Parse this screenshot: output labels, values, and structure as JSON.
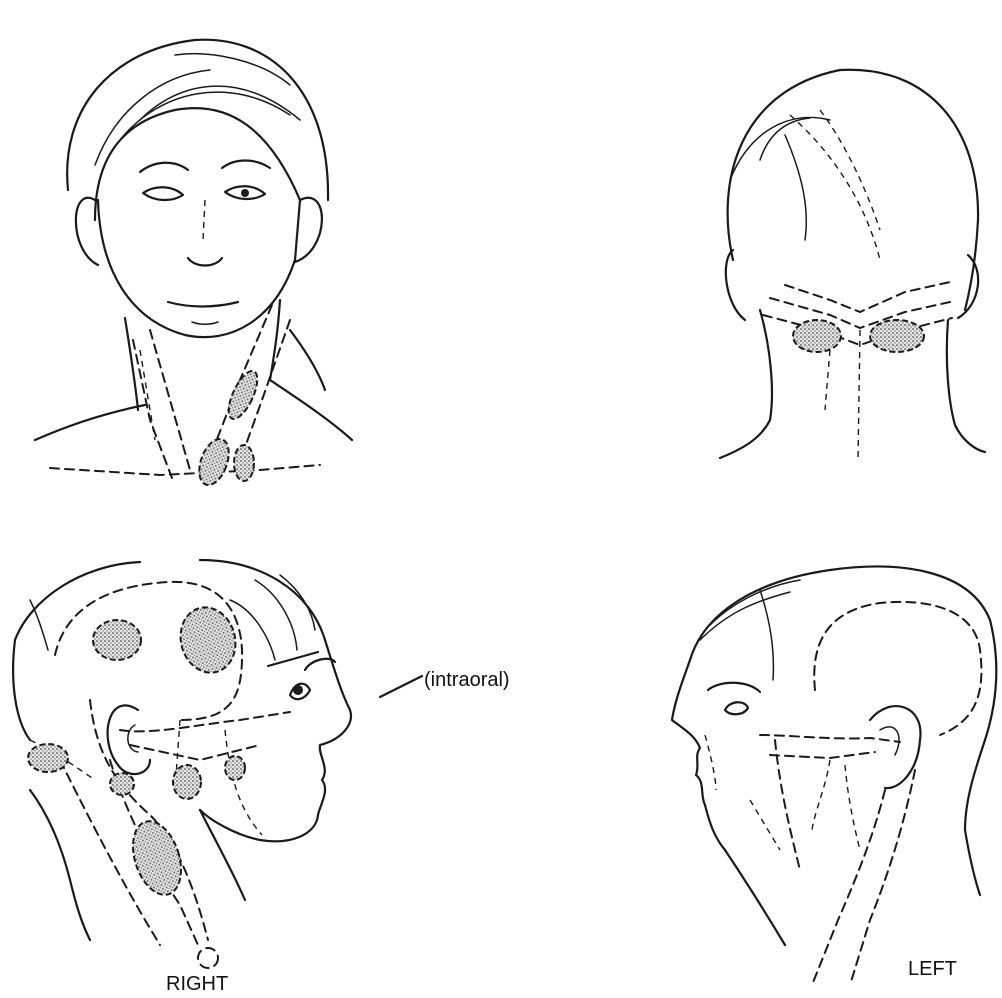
{
  "labels": {
    "intraoral": "(intraoral)",
    "right": "RIGHT",
    "left": "LEFT"
  },
  "colors": {
    "line": "#1a1a1a",
    "stipple": "#c8c8c8",
    "background": "#ffffff"
  }
}
